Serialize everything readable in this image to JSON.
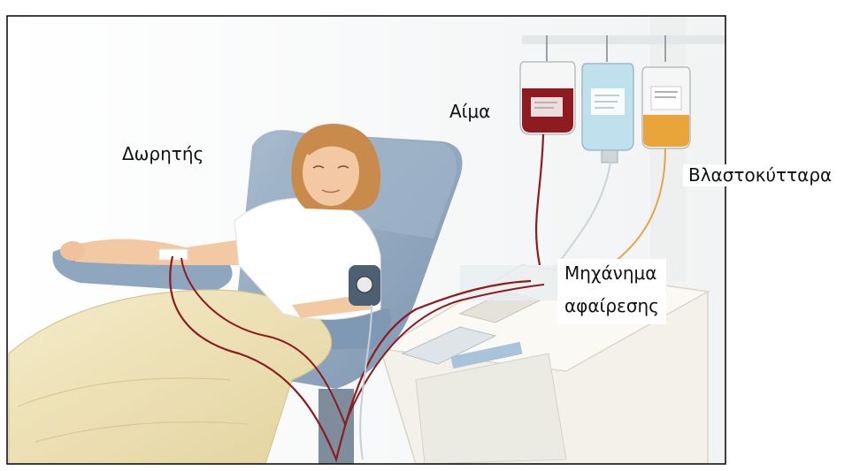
{
  "labels": {
    "donor": "Δωρητής",
    "blood": "Αίμα",
    "stem_cells": "Βλαστοκύτταρα",
    "machine_line1": "Μηχάνημα",
    "machine_line2": "αφαίρεσης"
  },
  "colors": {
    "blood": "#8e1b20",
    "plasma": "#bfe1ee",
    "stem_cells": "#e9a53a",
    "chair": "#8fa6bf",
    "blanket": "#efe4bd",
    "skin": "#f3c9a4",
    "hair": "#c98b4c"
  }
}
